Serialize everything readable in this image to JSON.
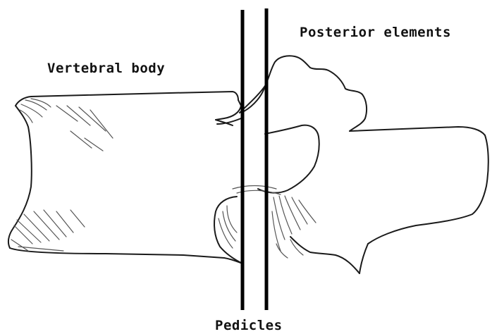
{
  "labels": {
    "vertebral_body": "Vertebral body",
    "posterior_elements": "Posterior elements",
    "pedicles": "Pedicles"
  },
  "colors": {
    "outline": "#1a1a1a",
    "shading": "#555555",
    "divider_lines": "#000000",
    "background": "#ffffff"
  }
}
